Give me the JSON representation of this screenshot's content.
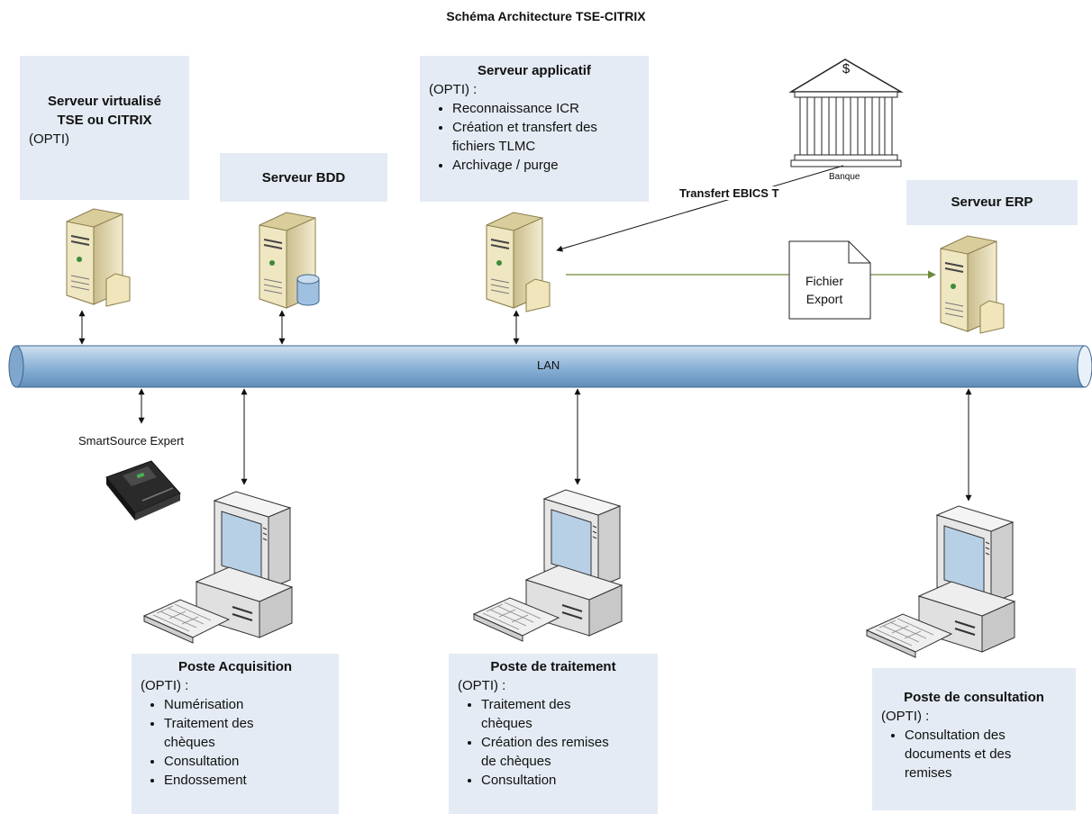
{
  "title": "Schéma Architecture TSE-CITRIX",
  "network": {
    "label": "LAN"
  },
  "servers": {
    "virtual": {
      "title_line1": "Serveur virtualisé",
      "title_line2": "TSE ou CITRIX",
      "subtitle": "(OPTI)"
    },
    "bdd": {
      "title": "Serveur BDD"
    },
    "app": {
      "title": "Serveur applicatif",
      "subtitle": "(OPTI) :",
      "items": [
        "Reconnaissance ICR",
        "Création et transfert des fichiers TLMC",
        "Archivage / purge"
      ]
    },
    "erp": {
      "title": "Serveur ERP"
    }
  },
  "bank": {
    "label": "Banque",
    "symbol": "$"
  },
  "transfer": {
    "label": "Transfert EBICS T"
  },
  "export_file": {
    "line1": "Fichier",
    "line2": "Export"
  },
  "scanner": {
    "label": "SmartSource Expert"
  },
  "workstations": {
    "acquisition": {
      "title": "Poste Acquisition",
      "subtitle": "(OPTI) :",
      "items": [
        "Numérisation",
        "Traitement des chèques",
        "Consultation",
        "Endossement"
      ]
    },
    "processing": {
      "title": "Poste de traitement",
      "subtitle": "(OPTI) :",
      "items": [
        "Traitement des chèques",
        "Création des remises de chèques",
        "Consultation"
      ]
    },
    "consultation": {
      "title": "Poste de consultation",
      "subtitle": "(OPTI) :",
      "items": [
        "Consultation des documents et des remises"
      ]
    }
  },
  "colors": {
    "box_fill": "#e4ebf4",
    "lan_fill": "#8eb4d8",
    "server_fill": "#eee3b8",
    "export_line": "#6d8a3a"
  }
}
